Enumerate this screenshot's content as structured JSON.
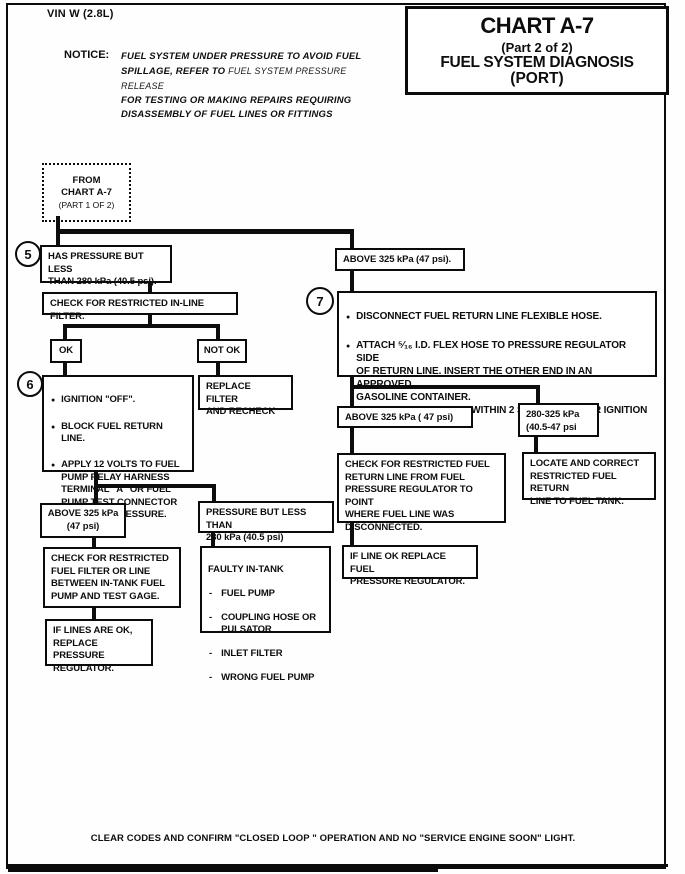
{
  "page": {
    "vin_label": "VIN W (2.8L)",
    "notice": {
      "label": "NOTICE:",
      "line1": "FUEL SYSTEM UNDER PRESSURE TO AVOID FUEL",
      "line2_bold": "SPILLAGE, REFER TO ",
      "line2_light": "FUEL SYSTEM PRESSURE RELEASE",
      "line3": "FOR TESTING OR MAKING REPAIRS REQUIRING",
      "line4": "DISASSEMBLY OF FUEL LINES OR FITTINGS"
    },
    "title_box": {
      "title": "CHART A-7",
      "subtitle": "(Part 2 of 2)",
      "line2": "FUEL SYSTEM DIAGNOSIS",
      "line3": "(PORT)"
    },
    "footer_note": "CLEAR CODES AND CONFIRM \"CLOSED LOOP \" OPERATION AND NO \"SERVICE ENGINE SOON\" LIGHT."
  },
  "flow": {
    "from_box": {
      "line1": "FROM",
      "line2": "CHART A-7",
      "line3": "(PART 1 OF 2)"
    },
    "step5_label": "5",
    "step6_label": "6",
    "step7_label": "7",
    "has_pressure": "HAS PRESSURE BUT LESS\nTHAN 280 kPa (40.5 psi).",
    "check_inline_filter": "CHECK FOR RESTRICTED IN-LINE FILTER.",
    "ok": "OK",
    "not_ok": "NOT OK",
    "step6_bullets": [
      "IGNITION \"OFF\".",
      "BLOCK FUEL RETURN LINE.",
      "APPLY 12 VOLTS TO FUEL\nPUMP RELAY HARNESS\nTERMINAL \"A\" OR FUEL\nPUMP TEST CONNECTOR\nAND NOTE PRESSURE."
    ],
    "replace_filter": "REPLACE FILTER\nAND RECHECK",
    "above_325_left": "ABOVE 325 kPa\n(47 psi)",
    "pressure_less_280": "PRESSURE BUT LESS THAN\n280 kPa (40.5 psi)",
    "check_fuel_filter": "CHECK FOR RESTRICTED\nFUEL FILTER OR LINE\nBETWEEN IN-TANK FUEL\nPUMP AND TEST GAGE.",
    "if_lines_ok": "IF LINES ARE OK,\nREPLACE PRESSURE\nREGULATOR.",
    "faulty_title": "FAULTY IN-TANK",
    "faulty_items": [
      "FUEL PUMP",
      "COUPLING HOSE OR\nPULSATOR",
      "INLET FILTER",
      "WRONG FUEL PUMP"
    ],
    "above_325_top": "ABOVE 325 kPa (47 psi).",
    "step7_bullets": [
      "DISCONNECT FUEL RETURN LINE FLEXIBLE HOSE.",
      "ATTACH ⁵⁄₁₆ I.D. FLEX HOSE TO PRESSURE REGULATOR SIDE\nOF RETURN LINE. INSERT THE OTHER END IN AN APPROVED\nGASOLINE CONTAINER.\nNOTE FUEL PRESSURE WITHIN 2 SECONDS AFTER IGNITION\n\"ON\"."
    ],
    "above_325_right": "ABOVE 325 kPa ( 47 psi)",
    "range_280_325": "280-325 kPa\n(40.5-47 psi",
    "check_return_line": "CHECK FOR RESTRICTED FUEL\nRETURN LINE FROM FUEL\nPRESSURE REGULATOR TO POINT\nWHERE FUEL LINE WAS\nDISCONNECTED.",
    "if_line_ok": "IF LINE OK REPLACE FUEL\nPRESSURE REGULATOR.",
    "locate_correct": "LOCATE AND CORRECT\nRESTRICTED FUEL RETURN\nLINE TO FUEL TANK."
  }
}
